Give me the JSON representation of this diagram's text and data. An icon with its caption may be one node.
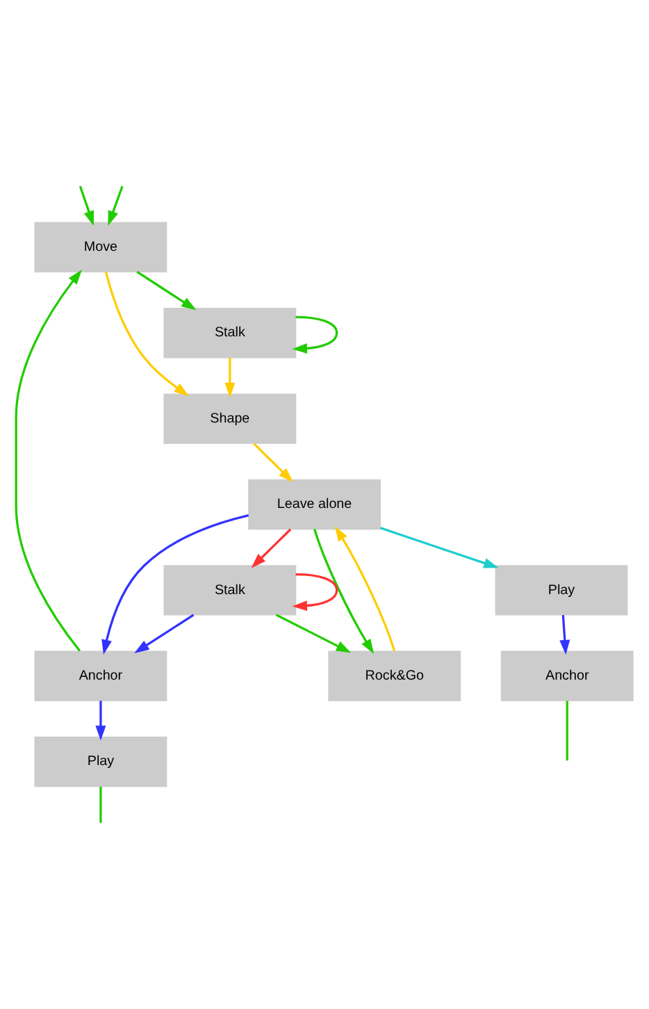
{
  "diagram": {
    "nodes": [
      {
        "text": [
          "Move"
        ]
      },
      {
        "text": [
          "Stalk"
        ]
      },
      {
        "text": [
          "Shape"
        ]
      },
      {
        "text": [
          "Leave alone"
        ]
      },
      {
        "text": [
          "Rock&Go"
        ]
      },
      {
        "text": [
          "Stalk"
        ]
      },
      {
        "text": [
          "Anchor"
        ]
      },
      {
        "text": [
          "Play"
        ]
      },
      {
        "text": [
          "Play"
        ]
      },
      {
        "text": [
          "Anchor"
        ]
      }
    ],
    "edges": [
      {
        "from": 0,
        "to": 1,
        "arrow": "to"
      },
      {
        "from": 0,
        "to": 2,
        "arrow": "to",
        "color": "#ffcc00"
      },
      {
        "from": 1,
        "to": 1,
        "arrow": "to"
      },
      {
        "from": 1,
        "to": 2,
        "arrow": "to",
        "color": "#ffcc00"
      },
      {
        "from": 2,
        "to": 3,
        "arrow": "to",
        "color": "#ffcc00"
      },
      {
        "from": 4,
        "to": 3,
        "arrow": "to",
        "color": "#ffcc00"
      },
      {
        "from": 3,
        "to": 4,
        "arrow": "to"
      },
      {
        "from": 3,
        "to": 5,
        "arrow": "to",
        "color": "#ff3333"
      },
      {
        "from": 5,
        "to": 5,
        "arrow": "to",
        "color": "#ff3333"
      },
      {
        "from": 5,
        "to": 4,
        "arrow": "to"
      },
      {
        "from": 3,
        "to": 6,
        "arrow": "to",
        "color": "#3333ff"
      },
      {
        "from": 5,
        "to": 6,
        "arrow": "to",
        "color": "#3333ff"
      },
      {
        "from": 3,
        "to": 7,
        "arrow": "to",
        "color": "#22cccc"
      },
      {
        "from": 6,
        "to": 8,
        "arrow": "to",
        "color": "#3333ff"
      },
      {
        "from": 7,
        "to": 9,
        "arrow": "to",
        "color": "#3333ff"
      },
      {
        "from": 6,
        "to": 0,
        "arrow": "to"
      },
      {
        "from": null,
        "to": 0,
        "arrow": "to"
      },
      {
        "from": null,
        "to": 0,
        "arrow": "to"
      },
      {
        "from": 8,
        "to": null,
        "arrow": "none"
      },
      {
        "from": 9,
        "to": null,
        "arrow": "none"
      }
    ]
  }
}
